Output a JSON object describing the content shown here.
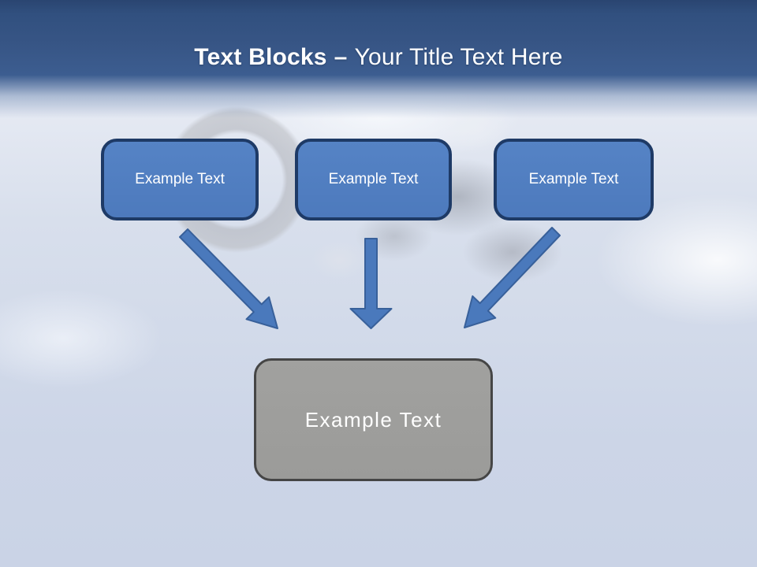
{
  "slide": {
    "title_bold": "Text Blocks",
    "title_separator": "–",
    "title_regular": "Your Title Text Here"
  },
  "blocks": [
    {
      "label": "Example Text"
    },
    {
      "label": "Example Text"
    },
    {
      "label": "Example Text"
    }
  ],
  "summary": {
    "label": "Example Text"
  },
  "arrows": [
    {
      "name": "arrow-down-right-icon"
    },
    {
      "name": "arrow-down-icon"
    },
    {
      "name": "arrow-down-left-icon"
    }
  ],
  "colors": {
    "header_top": "#2a4571",
    "header_mid": "#3c5d90",
    "body_bg": "#ccd5e7",
    "block_fill": "#4d7abd",
    "block_border": "#1e3a66",
    "arrow_fill": "#4a79bc",
    "arrow_border": "#38609a",
    "summary_fill": "#9b9b99",
    "summary_border": "#454545",
    "text_light": "#ffffff"
  }
}
